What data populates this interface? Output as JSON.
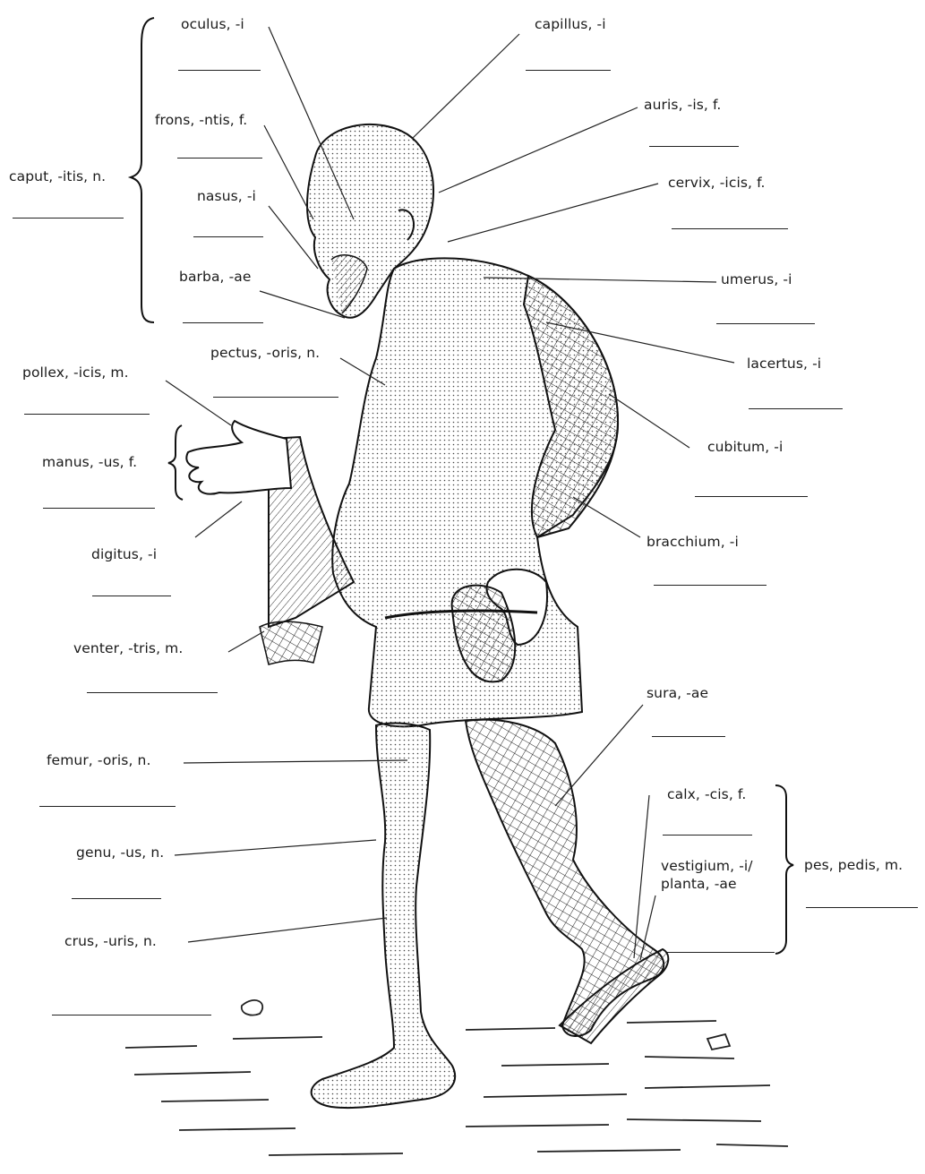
{
  "labels": {
    "oculus": "oculus, -i",
    "capillus": "capillus, -i",
    "frons": "frons, -ntis, f.",
    "auris": "auris, -is, f.",
    "caput": "caput, -itis, n.",
    "nasus": "nasus, -i",
    "cervix": "cervix, -icis, f.",
    "barba": "barba, -ae",
    "umerus": "umerus, -i",
    "pectus": "pectus, -oris, n.",
    "pollex": "pollex, -icis, m.",
    "lacertus": "lacertus, -i",
    "manus": "manus, -us, f.",
    "cubitum": "cubitum, -i",
    "digitus": "digitus, -i",
    "bracchium": "bracchium, -i",
    "venter": "venter, -tris, m.",
    "sura": "sura, -ae",
    "femur": "femur, -oris, n.",
    "calx": "calx, -cis, f.",
    "genu": "genu, -us, n.",
    "vestigium": "vestigium, -i/",
    "planta": "planta, -ae",
    "pes": "pes, pedis, m.",
    "crus": "crus, -uris, n."
  },
  "colors": {
    "ink": "#1a1a1a",
    "paper": "#ffffff"
  }
}
